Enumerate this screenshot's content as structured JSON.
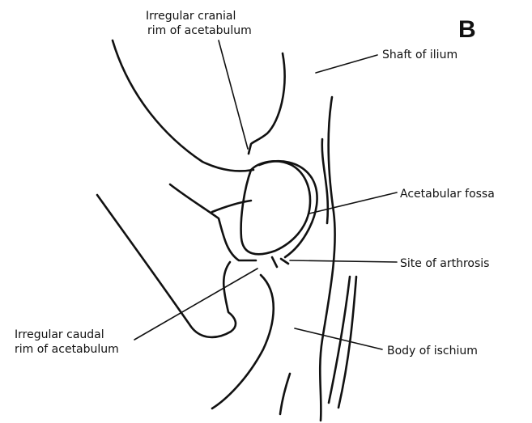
{
  "panel_letter": "B",
  "labels": {
    "cranial_rim_line1": "Irregular cranial",
    "cranial_rim_line2": "rim of acetabulum",
    "shaft_of_ilium": "Shaft of ilium",
    "acetabular_fossa": "Acetabular fossa",
    "site_of_arthrosis": "Site of arthrosis",
    "caudal_rim_line1": "Irregular caudal",
    "caudal_rim_line2": "rim of acetabulum",
    "body_of_ischium": "Body of ischium"
  }
}
